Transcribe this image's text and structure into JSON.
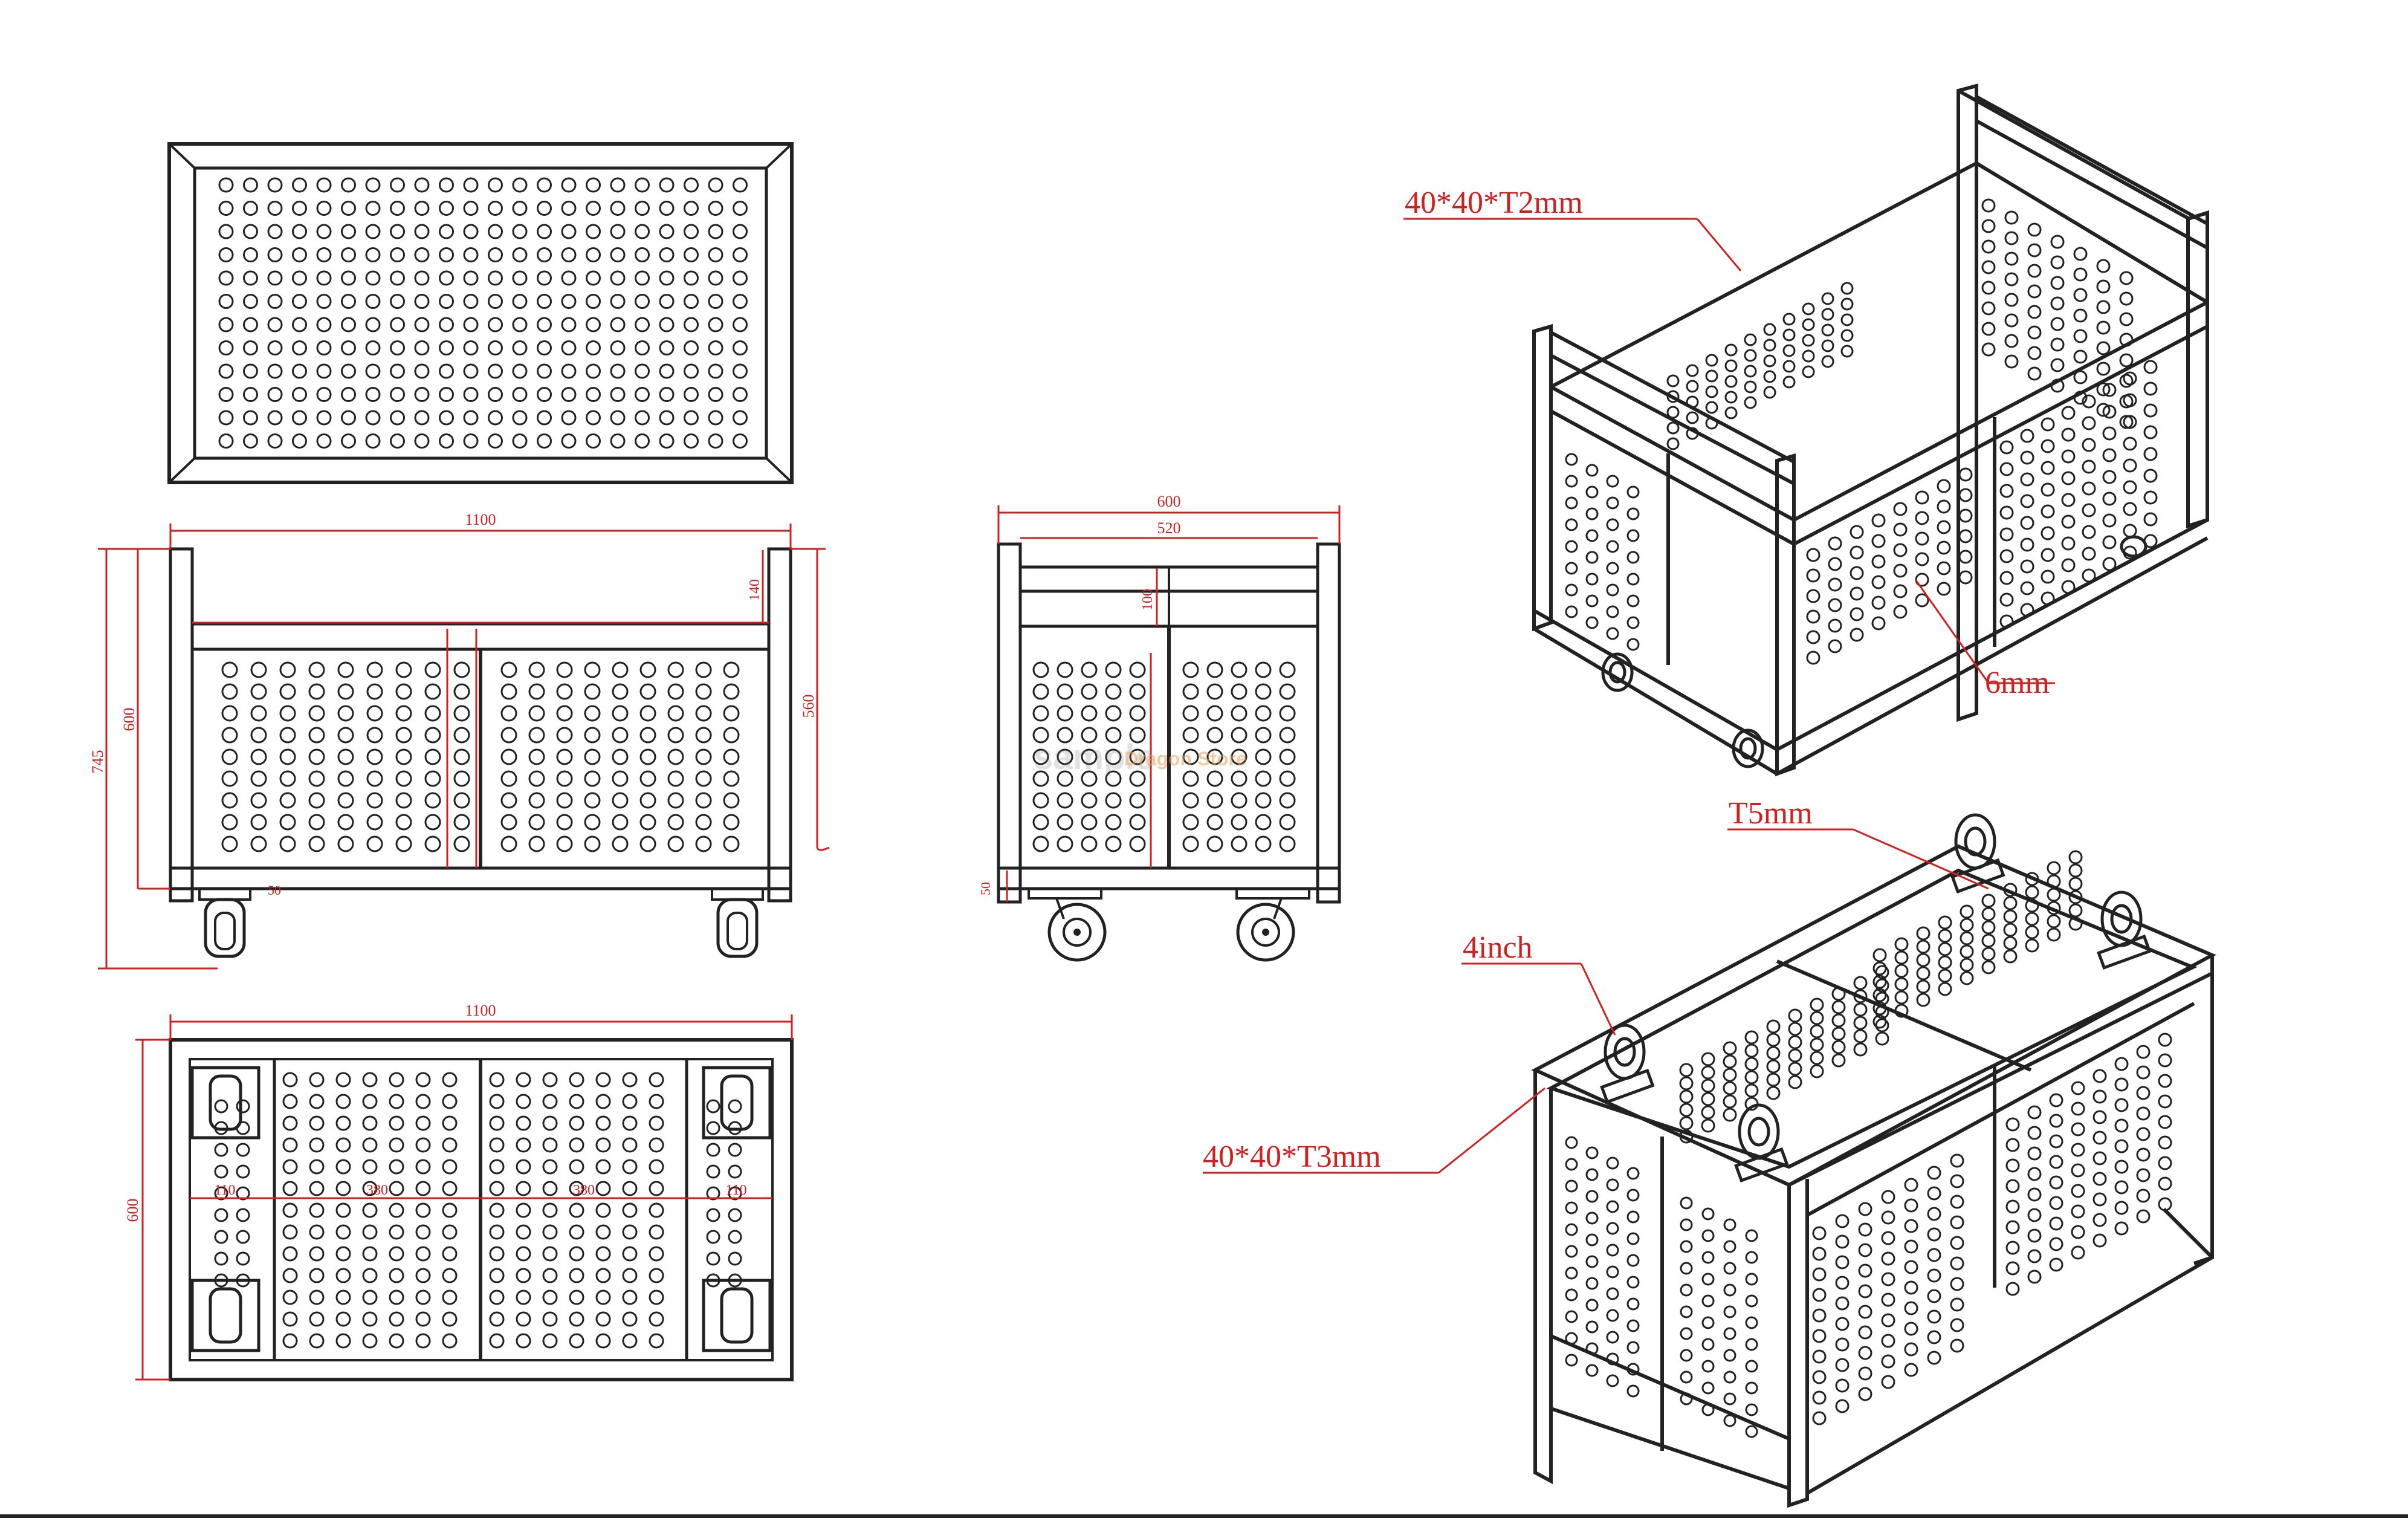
{
  "drawing": {
    "callouts": {
      "tube_top": "40*40*T2mm",
      "sheet": "6mm",
      "plate": "T5mm",
      "caster": "4inch",
      "tube_base": "40*40*T3mm"
    },
    "front_view_dims": {
      "length": "1100",
      "height_total": "745",
      "height_body": "600",
      "height_side": "560",
      "top_gap": "140",
      "caster_offset": "50"
    },
    "side_view_dims": {
      "width_outer": "600",
      "width_inner": "520",
      "top_gap": "100",
      "base": "50"
    },
    "bottom_view_dims": {
      "length": "1100",
      "width": "600",
      "seg_a": "110",
      "seg_b": "380",
      "seg_c": "380",
      "seg_d": "110"
    },
    "watermark": {
      "line1": "sample",
      "line2": "Dragon Store"
    },
    "colors": {
      "ink": "#222222",
      "dimension": "#d21f1f",
      "watermark": "#e8a25a"
    }
  }
}
